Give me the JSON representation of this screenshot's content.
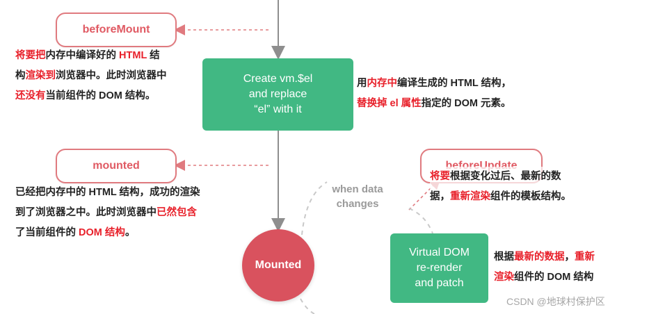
{
  "hooks": {
    "before_mount": "beforeMount",
    "mounted": "mounted",
    "before_update": "beforeUpdate"
  },
  "create_box": {
    "line1": "Create vm.$el",
    "line2": "and replace",
    "line3": "“el” with it"
  },
  "vdom_box": {
    "line1": "Virtual DOM",
    "line2": "re-render",
    "line3": "and patch"
  },
  "mounted_circle": "Mounted",
  "when_label": {
    "line1": "when data",
    "line2": "changes"
  },
  "notes": {
    "before_mount": {
      "l1_a": "将要把",
      "l1_b": "内存中编译好的 ",
      "l1_c": "HTML",
      "l1_d": " 结",
      "l2_a": "构",
      "l2_b": "渲染到",
      "l2_c": "浏览器中。此时浏览器中",
      "l3_a": "还没有",
      "l3_b": "当前组件的 DOM 结构。"
    },
    "create": {
      "l1_a": "用",
      "l1_b": "内存中",
      "l1_c": "编译生成的 HTML 结构，",
      "l2_a": "替换掉 el 属性",
      "l2_b": "指定的 DOM 元素。"
    },
    "mounted": {
      "l1": "已经把内存中的 HTML 结构，成功的渲染",
      "l2_a": "到了浏览器之中。此时浏览器中",
      "l2_b": "已然包含",
      "l3_a": "了当前组件的 ",
      "l3_b": "DOM 结构",
      "l3_c": "。"
    },
    "before_update": {
      "l1_a": "将要",
      "l1_b": "根据变化过后、最新的数",
      "l2_a": "据，",
      "l2_b": "重新渲染",
      "l2_c": "组件的模板结构。"
    },
    "vdom": {
      "l1_a": "根据",
      "l1_b": "最新的数据",
      "l1_c": "，",
      "l1_d": "重新",
      "l2_a": "渲染",
      "l2_b": "组件的 DOM 结构"
    }
  },
  "watermark": "CSDN @地球村保护区",
  "colors": {
    "hook_border": "#e07a7f",
    "hook_text": "#e05a63",
    "green": "#41b883",
    "mounted_red": "#d9525e",
    "highlight_red": "#e8202a",
    "flow_gray": "#8e8e8e"
  }
}
